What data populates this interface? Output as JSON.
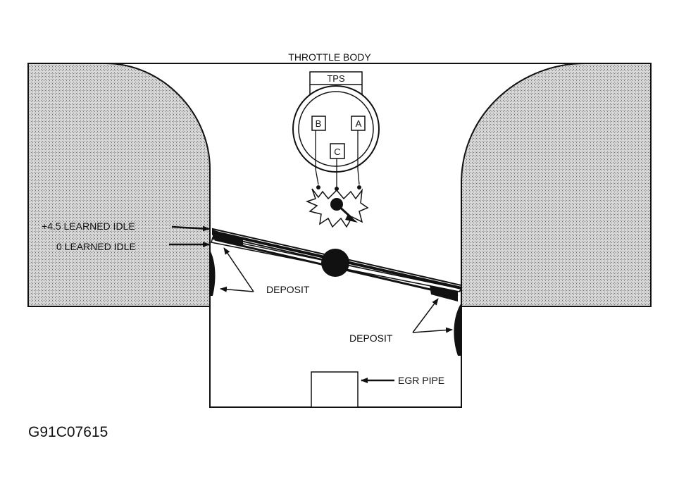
{
  "title": "THROTTLE BODY",
  "sensor": {
    "name": "TPS",
    "terminals": [
      "B",
      "A",
      "C"
    ]
  },
  "labels": {
    "learned_idle_high": "+4.5 LEARNED IDLE",
    "learned_idle_zero": "0 LEARNED IDLE",
    "deposit_left": "DEPOSIT",
    "deposit_right": "DEPOSIT",
    "egr_pipe": "EGR PIPE"
  },
  "figure_id": "G91C07615",
  "colors": {
    "line": "#111111",
    "stipple": "#9a9a9a",
    "background": "#ffffff"
  }
}
